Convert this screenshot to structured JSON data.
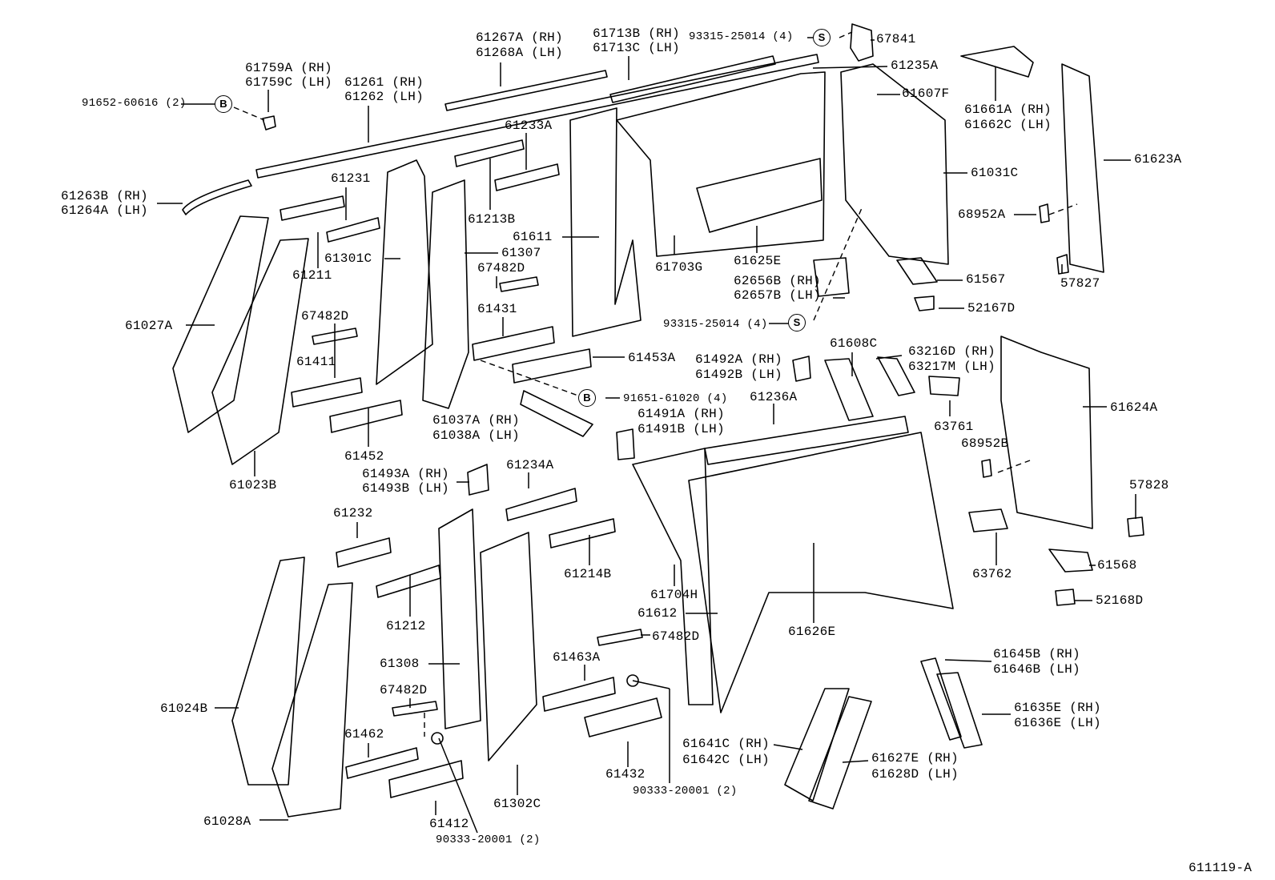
{
  "diagram_id": "611119-A",
  "fastener_symbols": {
    "bolt": "B",
    "screw": "S"
  },
  "labels": [
    "61267A (RH)",
    "61268A (LH)",
    "61713B (RH)",
    "61713C (LH)",
    "93315-25014 (4)",
    "67841",
    "61235A",
    "61607F",
    "61661A (RH)",
    "61662C (LH)",
    "61623A",
    "61031C",
    "68952A",
    "57827",
    "61567",
    "52167D",
    "61759A (RH)",
    "61759C (LH)",
    "61261 (RH)",
    "61262 (LH)",
    "91652-60616 (2)",
    "61233A",
    "61263B (RH)",
    "61264A (LH)",
    "61231",
    "61213B",
    "61611",
    "61307",
    "67482D",
    "61211",
    "61301C",
    "61703G",
    "61625E",
    "62656B (RH)",
    "62657B (LH)",
    "93315-25014 (4)",
    "61431",
    "61027A",
    "67482D",
    "61411",
    "61453A",
    "61492A (RH)",
    "61492B (LH)",
    "61608C",
    "63216D (RH)",
    "63217M (LH)",
    "61624A",
    "91651-61020 (4)",
    "61491A (RH)",
    "61491B (LH)",
    "61236A",
    "61037A (RH)",
    "61038A (LH)",
    "63761",
    "61452",
    "68952B",
    "61023B",
    "61493A (RH)",
    "61493B (LH)",
    "61234A",
    "57828",
    "61232",
    "61214B",
    "63762",
    "61568",
    "61704H",
    "52168D",
    "61212",
    "61612",
    "61626E",
    "67482D",
    "61463A",
    "61308",
    "61645B (RH)",
    "61646B (LH)",
    "61024B",
    "67482D",
    "61635E (RH)",
    "61636E (LH)",
    "61462",
    "61641C (RH)",
    "61642C (LH)",
    "61627E (RH)",
    "61628D (LH)",
    "61432",
    "90333-20001 (2)",
    "61302C",
    "61028A",
    "61412",
    "90333-20001 (2)"
  ]
}
